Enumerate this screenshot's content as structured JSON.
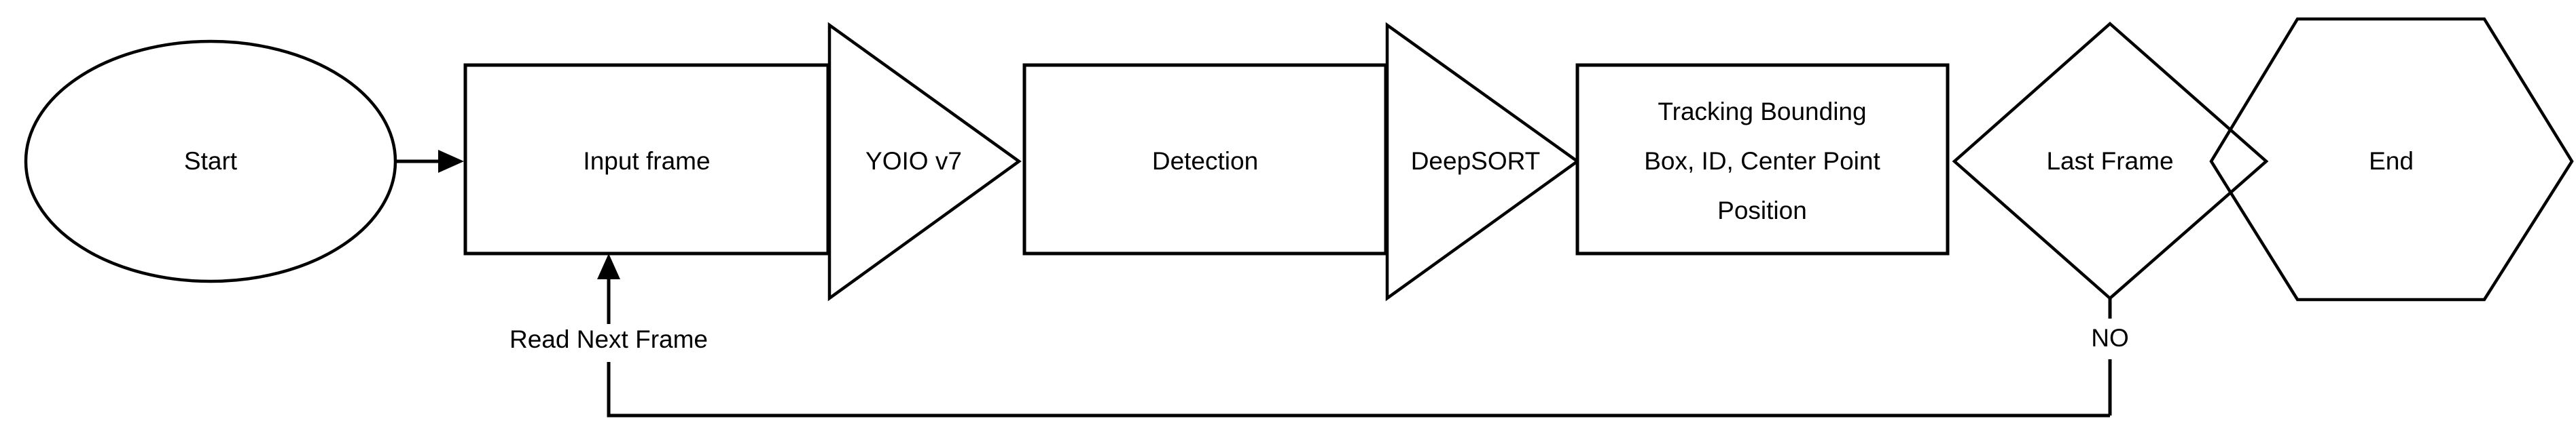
{
  "diagram": {
    "type": "flowchart",
    "title": "Object detection and tracking pipeline flowchart",
    "background_color": "#ffffff",
    "line_color": "#000000",
    "text_color": "#000000",
    "nodes": [
      {
        "id": "start",
        "shape": "ellipse",
        "label": "Start"
      },
      {
        "id": "input",
        "shape": "rectangle",
        "label": "Input frame"
      },
      {
        "id": "yolo",
        "shape": "triangle",
        "label": "YOIO v7"
      },
      {
        "id": "detect",
        "shape": "rectangle",
        "label": "Detection"
      },
      {
        "id": "deepsort",
        "shape": "triangle",
        "label": "DeepSORT"
      },
      {
        "id": "tracking",
        "shape": "rectangle",
        "label_line_1": "Tracking Bounding",
        "label_line_2": "Box, ID, Center Point",
        "label_line_3": "Position"
      },
      {
        "id": "lastframe",
        "shape": "diamond",
        "label": "Last Frame"
      },
      {
        "id": "end",
        "shape": "hexagon",
        "label": "End"
      }
    ],
    "edges": [
      {
        "id": "start-to-input",
        "label": ""
      },
      {
        "id": "loop-back",
        "label": "Read Next Frame"
      },
      {
        "id": "no-branch",
        "label": "NO"
      }
    ]
  }
}
